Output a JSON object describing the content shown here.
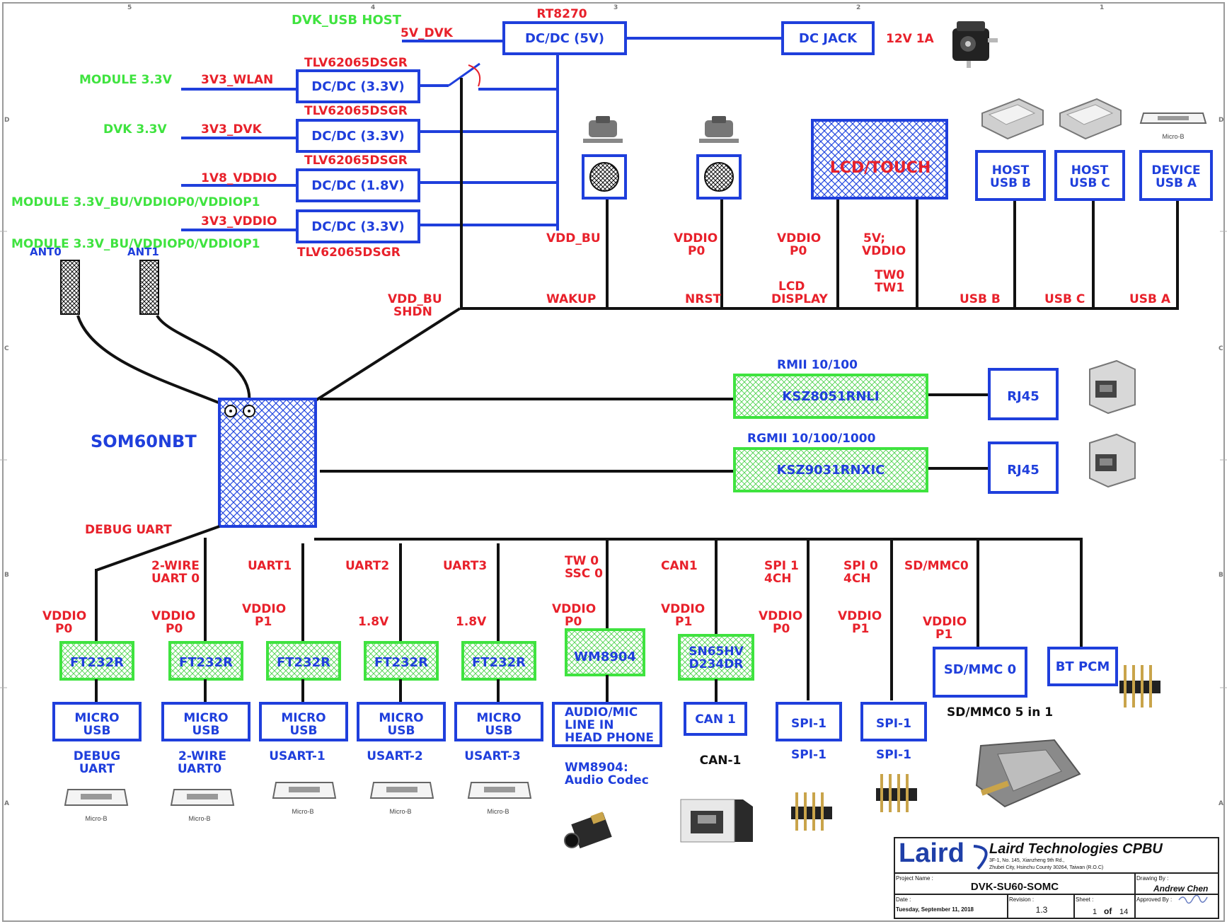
{
  "power": {
    "rt8270": "RT8270",
    "dvk_usb_host": "DVK_USB HOST",
    "v5_dvk": "5V_DVK",
    "dcdc_5v": "DC/DC (5V)",
    "dc_jack": "DC JACK",
    "v12": "12V 1A",
    "tlv_1": "TLV62065DSGR",
    "tlv_2": "TLV62065DSGR",
    "tlv_3": "TLV62065DSGR",
    "tlv_4": "TLV62065DSGR",
    "module_33": "MODULE 3.3V",
    "wlan": "3V3_WLAN",
    "dcdc_33_a": "DC/DC (3.3V)",
    "dvk_33": "DVK 3.3V",
    "v3v3_dvk": "3V3_DVK",
    "dcdc_33_b": "DC/DC (3.3V)",
    "v1v8": "1V8_VDDIO",
    "dcdc_18": "DC/DC (1.8V)",
    "module_bu_1": "MODULE 3.3V_BU/VDDIOP0/VDDIOP1",
    "v3v3_vddio": "3V3_VDDIO",
    "dcdc_33_c": "DC/DC (3.3V)",
    "module_bu_2": "MODULE 3.3V_BU/VDDIOP0/VDDIOP1"
  },
  "antennas": {
    "ant0": "ANT0",
    "ant1": "ANT1"
  },
  "som": {
    "name": "SOM60NBT",
    "debug_uart": "DEBUG UART",
    "vdd_bu": "VDD_BU",
    "shdn": "SHDN"
  },
  "top_bus": {
    "wakup_vdd": "VDD_BU",
    "wakup": "WAKUP",
    "nrst_vddio": "VDDIO",
    "nrst_p0": "P0",
    "nrst": "NRST",
    "lcd_vddio": "VDDIO",
    "lcd_p0": "P0",
    "lcd": "LCD",
    "display": "DISPLAY",
    "lcd_touch": "LCD/TOUCH",
    "five_v": "5V;",
    "five_vddio": "VDDIO",
    "tw0": "TW0",
    "tw1": "TW1",
    "host_b_1": "HOST",
    "host_b_2": "USB B",
    "usb_b": "USB B",
    "host_c_1": "HOST",
    "host_c_2": "USB C",
    "usb_c": "USB C",
    "dev_a_1": "DEVICE",
    "dev_a_2": "USB A",
    "usb_a": "USB A",
    "micro_b": "Micro-B"
  },
  "ethernet": {
    "rmii": "RMII  10/100",
    "ksz8051": "KSZ8051RNLI",
    "rj45_1": "RJ45",
    "rgmii": "RGMII  10/100/1000",
    "ksz9031": "KSZ9031RNXIC",
    "rj45_2": "RJ45"
  },
  "bottom": {
    "ch1_top1": "",
    "ch1_top2": "",
    "ch1_v1": "VDDIO",
    "ch1_v2": "P0",
    "ch1_chip": "FT232R",
    "ch1_conn1": "MICRO",
    "ch1_conn2": "USB",
    "ch1_cap1": "DEBUG",
    "ch1_cap2": "UART",
    "ch2_top1": "2-WIRE",
    "ch2_top2": "UART 0",
    "ch2_v1": "VDDIO",
    "ch2_v2": "P0",
    "ch2_chip": "FT232R",
    "ch2_conn1": "MICRO",
    "ch2_conn2": "USB",
    "ch2_cap1": "2-WIRE",
    "ch2_cap2": "UART0",
    "ch3_top1": "UART1",
    "ch3_v1": "VDDIO",
    "ch3_v2": "P1",
    "ch3_chip": "FT232R",
    "ch3_conn1": "MICRO",
    "ch3_conn2": "USB",
    "ch3_cap1": "USART-1",
    "ch4_top1": "UART2",
    "ch4_v1": "1.8V",
    "ch4_chip": "FT232R",
    "ch4_conn1": "MICRO",
    "ch4_conn2": "USB",
    "ch4_cap1": "USART-2",
    "ch5_top1": "UART3",
    "ch5_v1": "1.8V",
    "ch5_chip": "FT232R",
    "ch5_conn1": "MICRO",
    "ch5_conn2": "USB",
    "ch5_cap1": "USART-3",
    "ch6_top1": "TW 0",
    "ch6_top2": "SSC 0",
    "ch6_v1": "VDDIO",
    "ch6_v2": "P0",
    "ch6_chip": "WM8904",
    "ch6_conn1": "AUDIO/MIC",
    "ch6_conn2": "LINE IN",
    "ch6_conn3": "HEAD PHONE",
    "ch6_cap1": "WM8904:",
    "ch6_cap2": "Audio Codec",
    "ch7_top1": "CAN1",
    "ch7_v1": "VDDIO",
    "ch7_v2": "P1",
    "ch7_chip1": "SN65HV",
    "ch7_chip2": "D234DR",
    "ch7_conn1": "CAN 1",
    "ch7_cap1": "CAN-1",
    "ch8_top1": "SPI 1",
    "ch8_top2": "4CH",
    "ch8_v1": "VDDIO",
    "ch8_v2": "P0",
    "ch8_conn1": "SPI-1",
    "ch8_cap1": "SPI-1",
    "ch9_top1": "SPI 0",
    "ch9_top2": "4CH",
    "ch9_v1": "VDDIO",
    "ch9_v2": "P1",
    "ch9_conn1": "SPI-1",
    "ch9_cap1": "SPI-1",
    "ch10_top1": "SD/MMC0",
    "ch10_v1": "VDDIO",
    "ch10_v2": "P1",
    "ch10_conn1": "SD/MMC 0",
    "ch10_cap1": "SD/MMC0 5 in 1",
    "ch11_conn1": "BT PCM"
  },
  "title_block": {
    "logo": "Laird",
    "company": "Laird Technologies CPBU",
    "address1": "3F-1, No. 145, Xianzheng 9th Rd.,",
    "address2": "Zhubei City, Hsinchu County 30264, Taiwan (R.O.C)",
    "project_label": "Project Name :",
    "project": "DVK-SU60-SOMC",
    "drawing_label": "Drawing By :",
    "drawing_by": "Andrew Chen",
    "date_label": "Date :",
    "date": "Tuesday, September 11, 2018",
    "rev_label": "Revision :",
    "rev": "1.3",
    "sheet_label": "Sheet :",
    "sheet": "1",
    "of": "of",
    "sheets": "14",
    "approved_label": "Approved  By :"
  },
  "frame": {
    "c5": "5",
    "c4": "4",
    "c3": "3",
    "c2": "2",
    "c1": "1",
    "rD": "D",
    "rC": "C",
    "rB": "B",
    "rA": "A"
  }
}
